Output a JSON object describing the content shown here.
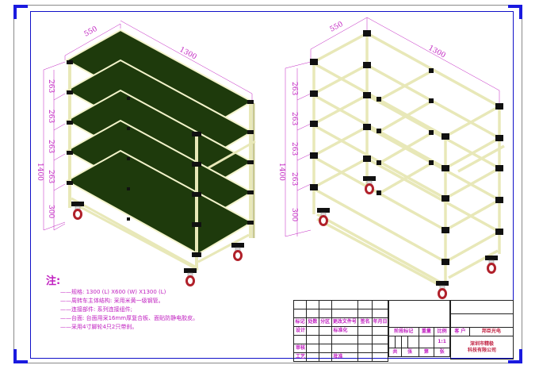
{
  "drawing": {
    "left_view": {
      "label": "shelf-cart-with-panels",
      "dimensions": {
        "width": "550",
        "length": "1300",
        "height_total": "1400",
        "tier_heights": [
          "263",
          "263",
          "263",
          "263",
          "300"
        ]
      },
      "colors": {
        "panel": "#1e3a0c",
        "pipe": "#f4f4cc",
        "joint": "#111111",
        "wheel": "#b0202a"
      }
    },
    "right_view": {
      "label": "shelf-cart-frame-only",
      "dimensions": {
        "width": "550",
        "length": "1300",
        "height_total": "1400",
        "tier_heights": [
          "263",
          "263",
          "263",
          "263",
          "300"
        ]
      }
    }
  },
  "notes": {
    "title": "注:",
    "lines": [
      "——规格: 1300 (L) X600 (W) X1300 (L)",
      "——周转车主体结构: 采用米黄一级钢管。",
      "——连接部件: 系列连接组件;",
      "——台面: 台面用采16mm厚复合板、面贴防静电胶皮。",
      "——采用4寸脚轮4只2只带刹。"
    ]
  },
  "title_block": {
    "header_row": [
      "标记",
      "处数",
      "分区",
      "更改文件号",
      "签名",
      "年月日"
    ],
    "design": "设计",
    "standardize": "标准化",
    "review": "审核",
    "process": "工艺",
    "approve": "批准",
    "stage_mark": "阶段标记",
    "weight": "重量",
    "scale_label": "比例",
    "scale_value": "1:1",
    "customer_label": "客 户",
    "customer_value": "邦臣光电",
    "sheet_total": "共",
    "sheet_unit": "张",
    "sheet_index": "第",
    "sheet_unit2": "张",
    "company_line1": "深圳市精极",
    "company_line2": "科技有限公司"
  },
  "frame_colors": {
    "outer": "#8a8a8a",
    "inner": "#1010c8",
    "corner": "#1a1adf",
    "annotation": "#c020c0"
  }
}
